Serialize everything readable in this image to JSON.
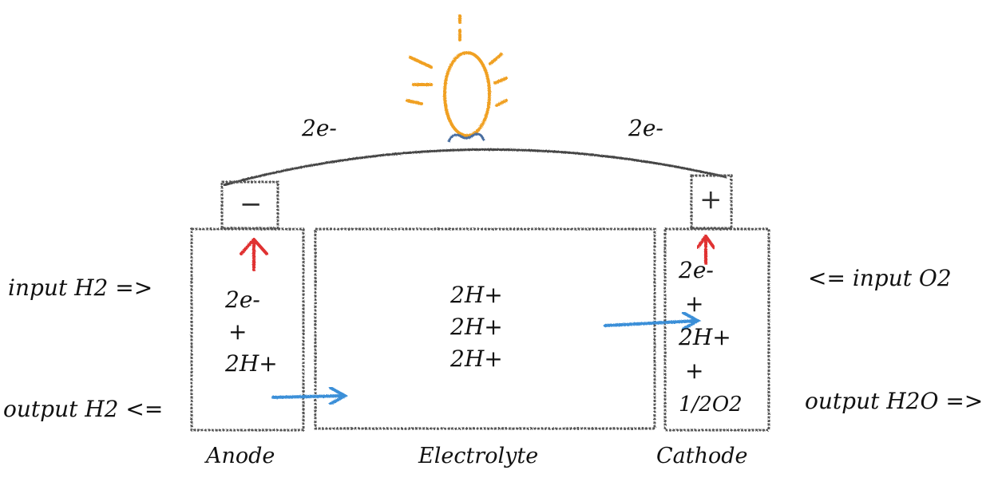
{
  "labels": {
    "electron_left": "2e-",
    "electron_right": "2e-",
    "input_h2": "input H2 =>",
    "output_h2": "output H2 <=",
    "input_o2": "<= input O2",
    "output_h2o": "output H2O =>",
    "anode": "Anode",
    "electrolyte": "Electrolyte",
    "cathode": "Cathode",
    "anode_terminal": "−",
    "cathode_terminal": "+"
  },
  "anode_content": [
    "2e-",
    "+",
    "2H+"
  ],
  "electrolyte_content": [
    "2H+",
    "2H+",
    "2H+"
  ],
  "cathode_content": [
    "2e-",
    "+",
    "2H+",
    "+",
    "1/2O2"
  ],
  "colors": {
    "box": "#555555",
    "wire": "#444444",
    "bulb": "#f0a020",
    "red_arrow": "#e03030",
    "blue_arrow": "#3a8fd8"
  }
}
